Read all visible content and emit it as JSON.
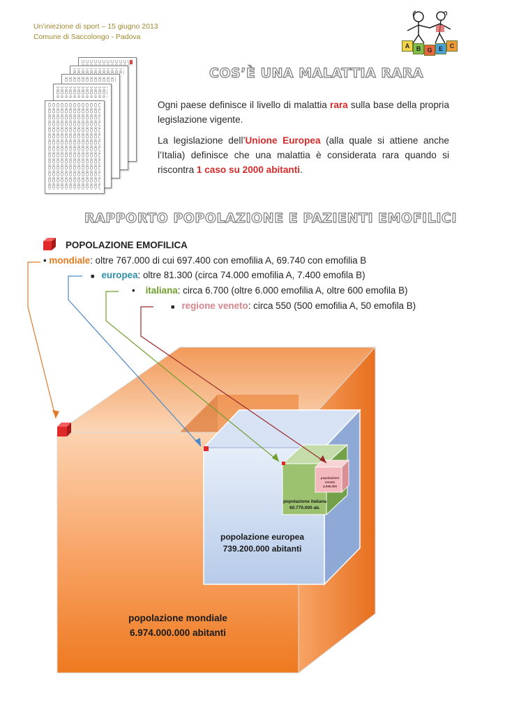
{
  "header": {
    "line1": "Un’iniezione di sport – 15 giugno 2013",
    "line2": "Comune di Saccolongo - Padova"
  },
  "logo": {
    "letters": [
      "A",
      "B",
      "G",
      "E",
      "C"
    ],
    "icon": "children-playing-icon"
  },
  "section1": {
    "title": "COS’È UNA MALATTIA RARA",
    "p1_before": "Ogni paese definisce il livello di malattia ",
    "p1_em": "rara",
    "p1_after": " sulla base della propria legislazione vigente.",
    "p2_before": "La legislazione dell’",
    "p2_em1": "Unione Europea",
    "p2_mid": " (alla quale si attiene anche l’Italia) definisce che una malattia è considerata rara quando si riscontra ",
    "p2_em2": "1 caso su 2000 abitanti",
    "p2_after": "."
  },
  "section2": {
    "title": "RAPPORTO POPOLAZIONE E PAZIENTI EMOFILICI",
    "list_heading": "POPOLAZIONE EMOFILICA",
    "items": [
      {
        "label": "mondiale",
        "text": ": oltre 767.000 di cui 697.400 con emofilia A, 69.740 con emofilia B",
        "color": "#e47b1c"
      },
      {
        "label": "europea",
        "text": ": oltre 81.300 (circa 74.000 emofilia A, 7.400 emofila B)",
        "color": "#2f8fa6"
      },
      {
        "label": "italiana",
        "text": ": circa 6.700 (oltre 6.000 emofilia A, oltre 600 emofila B)",
        "color": "#6f9e2d"
      },
      {
        "label": "regione veneto",
        "text": ": circa 550 (500 emofilia A, 50 emofila B)",
        "color": "#d4868c"
      }
    ]
  },
  "cubes": {
    "mondiale": {
      "line1": "popolazione mondiale",
      "line2": "6.974.000.000 abitanti",
      "color": "#f08a3c"
    },
    "europea": {
      "line1": "popolazione europea",
      "line2": "739.200.000 abitanti",
      "color": "#a9c1e6"
    },
    "italiana": {
      "line1": "popolazione italiana",
      "line2": "60.770.000 ab.",
      "color": "#8fb66a"
    },
    "veneto": {
      "line1": "popolazione",
      "line2": "veneta",
      "line3": "4.936.000",
      "color": "#f0b3b6"
    }
  }
}
